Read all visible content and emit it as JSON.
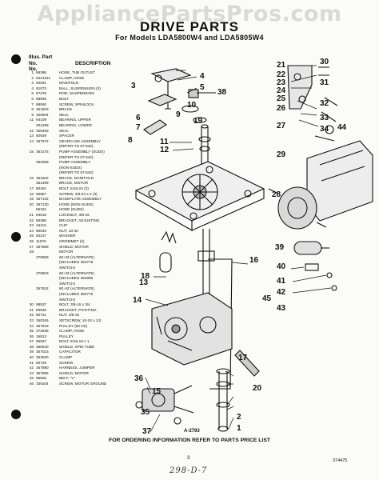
{
  "watermark": "AppliancePartsPros.com",
  "header": {
    "title": "DRIVE PARTS",
    "subtitle": "For Models LDA5800W4 and LDA5805W4"
  },
  "parts_table": {
    "col_illus": "Illus.",
    "col_part": "Part",
    "col_no": "No.",
    "col_part_no": "No.",
    "col_description": "DESCRIPTION",
    "rows": [
      {
        "illus": "1",
        "part": "96386",
        "desc": "HOSE, TUB OUTLET"
      },
      {
        "illus": "2",
        "part": "9421321",
        "desc": "CLAMP, HOSE"
      },
      {
        "illus": "3",
        "part": "94091",
        "desc": "MANIFOLD"
      },
      {
        "illus": "4",
        "part": "91072",
        "desc": "BALL, SUSPENSION (3)"
      },
      {
        "illus": "5",
        "part": "67276",
        "desc": "ROD, SUSPENSION"
      },
      {
        "illus": "6",
        "part": "98948",
        "desc": "BOLT"
      },
      {
        "illus": "7",
        "part": "98060",
        "desc": "SCREW, SPINLOCK"
      },
      {
        "illus": "8",
        "part": "351503",
        "desc": "BRACE"
      },
      {
        "illus": "9",
        "part": "326934",
        "desc": "SEAL"
      },
      {
        "illus": "11",
        "part": "94109",
        "desc": "BEARING, UPPER"
      },
      {
        "illus": "",
        "part": "304198",
        "desc": "BEARING, LOWER"
      },
      {
        "illus": "12",
        "part": "326409",
        "desc": "SEAL"
      },
      {
        "illus": "13",
        "part": "92929",
        "desc": "SPACER"
      },
      {
        "illus": "14",
        "part": "357572",
        "desc": "GEARCASE ASSEMBLY"
      },
      {
        "illus": "",
        "part": "",
        "desc": "(REFER TO 57-542)"
      },
      {
        "illus": "15",
        "part": "363175",
        "desc": "PUMP ASSEMBLY (SUDS)"
      },
      {
        "illus": "",
        "part": "",
        "desc": "(REFER TO 57-542)"
      },
      {
        "illus": "",
        "part": "362068",
        "desc": "PUMP ASSEMBLY"
      },
      {
        "illus": "",
        "part": "",
        "desc": "(NON-SUDS)"
      },
      {
        "illus": "",
        "part": "",
        "desc": "(REFER TO 57-542)"
      },
      {
        "illus": "16",
        "part": "351502",
        "desc": "BRACE, MANIFOLD"
      },
      {
        "illus": "",
        "part": "351499",
        "desc": "BRACE, MOTOR"
      },
      {
        "illus": "17",
        "part": "90401",
        "desc": "BOLT, 5/16-24 (3)"
      },
      {
        "illus": "18",
        "part": "90957",
        "desc": "SCREW, 3/8-24 x 2 (3)"
      },
      {
        "illus": "19",
        "part": "357132",
        "desc": "BASEPLATE ASSEMBLY"
      },
      {
        "illus": "20",
        "part": "357130",
        "desc": "HOSE (NON-SUDS)"
      },
      {
        "illus": "",
        "part": "96151",
        "desc": "HOSE (SUDS)"
      },
      {
        "illus": "21",
        "part": "94016",
        "desc": "LOCKNUT, 3/8-16"
      },
      {
        "illus": "22",
        "part": "65286",
        "desc": "BRACKET, ADJUSTING"
      },
      {
        "illus": "23",
        "part": "16115",
        "desc": "CLIP"
      },
      {
        "illus": "24",
        "part": "90533",
        "desc": "NUT, 10-32"
      },
      {
        "illus": "25",
        "part": "92217",
        "desc": "WASHER"
      },
      {
        "illus": "26",
        "part": "11976",
        "desc": "GROMMET (4)"
      },
      {
        "illus": "27",
        "part": "357889",
        "desc": "SHIELD, MOTOR"
      },
      {
        "illus": "28",
        "part": "",
        "desc": "MOTOR"
      },
      {
        "illus": "",
        "part": "370659",
        "desc": "60 HZ (ALTERNATE)"
      },
      {
        "illus": "",
        "part": "",
        "desc": "(INCLUDES 362778"
      },
      {
        "illus": "",
        "part": "",
        "desc": "SWITCH)"
      },
      {
        "illus": "",
        "part": "370653",
        "desc": "60 HZ (ALTERNATE)"
      },
      {
        "illus": "",
        "part": "",
        "desc": "(INCLUDES 362896"
      },
      {
        "illus": "",
        "part": "",
        "desc": "SWITCH)"
      },
      {
        "illus": "",
        "part": "357622",
        "desc": "60 HZ (ALTERNATE)"
      },
      {
        "illus": "",
        "part": "",
        "desc": "(INCLUDES 362776"
      },
      {
        "illus": "",
        "part": "",
        "desc": "SWITCH)"
      },
      {
        "illus": "30",
        "part": "98537",
        "desc": "BOLT, 3/8-16 x 3/4"
      },
      {
        "illus": "31",
        "part": "90949",
        "desc": "BRACKET, PIVOTING"
      },
      {
        "illus": "32",
        "part": "90721",
        "desc": "NUT, 3/8-16"
      },
      {
        "illus": "33",
        "part": "350345",
        "desc": "SETSCREW, 10-24 x 1/2"
      },
      {
        "illus": "34",
        "part": "357519",
        "desc": "PULLEY (60 HZ)"
      },
      {
        "illus": "35",
        "part": "372838",
        "desc": "CLAMP, HOSE"
      },
      {
        "illus": "36",
        "part": "16813",
        "desc": "PULLEY"
      },
      {
        "illus": "37",
        "part": "96067",
        "desc": "BOLT, 5/16-18 x 1"
      },
      {
        "illus": "38",
        "part": "360540",
        "desc": "SHIELD, SPIN TUBE"
      },
      {
        "illus": "39",
        "part": "357023",
        "desc": "CAPACITOR"
      },
      {
        "illus": "40",
        "part": "353630",
        "desc": "CLAMP"
      },
      {
        "illus": "41",
        "part": "90729",
        "desc": "SCREW"
      },
      {
        "illus": "42",
        "part": "357890",
        "desc": "HARNESS, JUMPER"
      },
      {
        "illus": "43",
        "part": "357595",
        "desc": "SHIELD, MOTOR"
      },
      {
        "illus": "45",
        "part": "95605",
        "desc": "BELT, \"V\""
      },
      {
        "illus": "46",
        "part": "339104",
        "desc": "SCREW, MOTOR GROUND"
      }
    ]
  },
  "callouts": [
    "1",
    "2",
    "3",
    "4",
    "5",
    "6",
    "7",
    "8",
    "9",
    "10",
    "11",
    "12",
    "13",
    "14",
    "15",
    "16",
    "17",
    "18",
    "19",
    "20",
    "21",
    "22",
    "23",
    "24",
    "25",
    "26",
    "27",
    "28",
    "29",
    "30",
    "31",
    "32",
    "33",
    "34",
    "35",
    "36",
    "37",
    "38",
    "39",
    "40",
    "41",
    "42",
    "43",
    "44",
    "45"
  ],
  "figure_id": "A-2793",
  "footer": "FOR ORDERING INFORMATION REFER TO PARTS PRICE LIST",
  "page_number": "3",
  "doc_number": "374475",
  "handwritten_note": "298-D-7"
}
